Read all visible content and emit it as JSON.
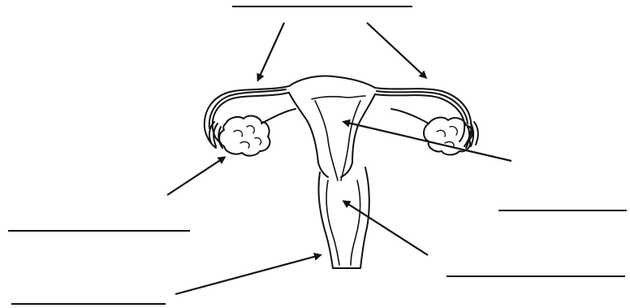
{
  "diagram": {
    "kind": "blank labeling worksheet",
    "line_color": "#111111",
    "background": "#ffffff",
    "structures": [
      {
        "id": "fallopian-tube-left"
      },
      {
        "id": "fallopian-tube-right"
      },
      {
        "id": "ovary-left"
      },
      {
        "id": "ovary-right"
      },
      {
        "id": "uterus"
      },
      {
        "id": "cervix"
      },
      {
        "id": "vagina"
      }
    ],
    "label_blanks": [
      {
        "id": "top-blank",
        "text": ""
      },
      {
        "id": "left-blank",
        "text": ""
      },
      {
        "id": "bottom-left-blank",
        "text": ""
      },
      {
        "id": "right-blank",
        "text": ""
      },
      {
        "id": "bottom-right-blank",
        "text": ""
      }
    ],
    "arrow_count": 6
  }
}
